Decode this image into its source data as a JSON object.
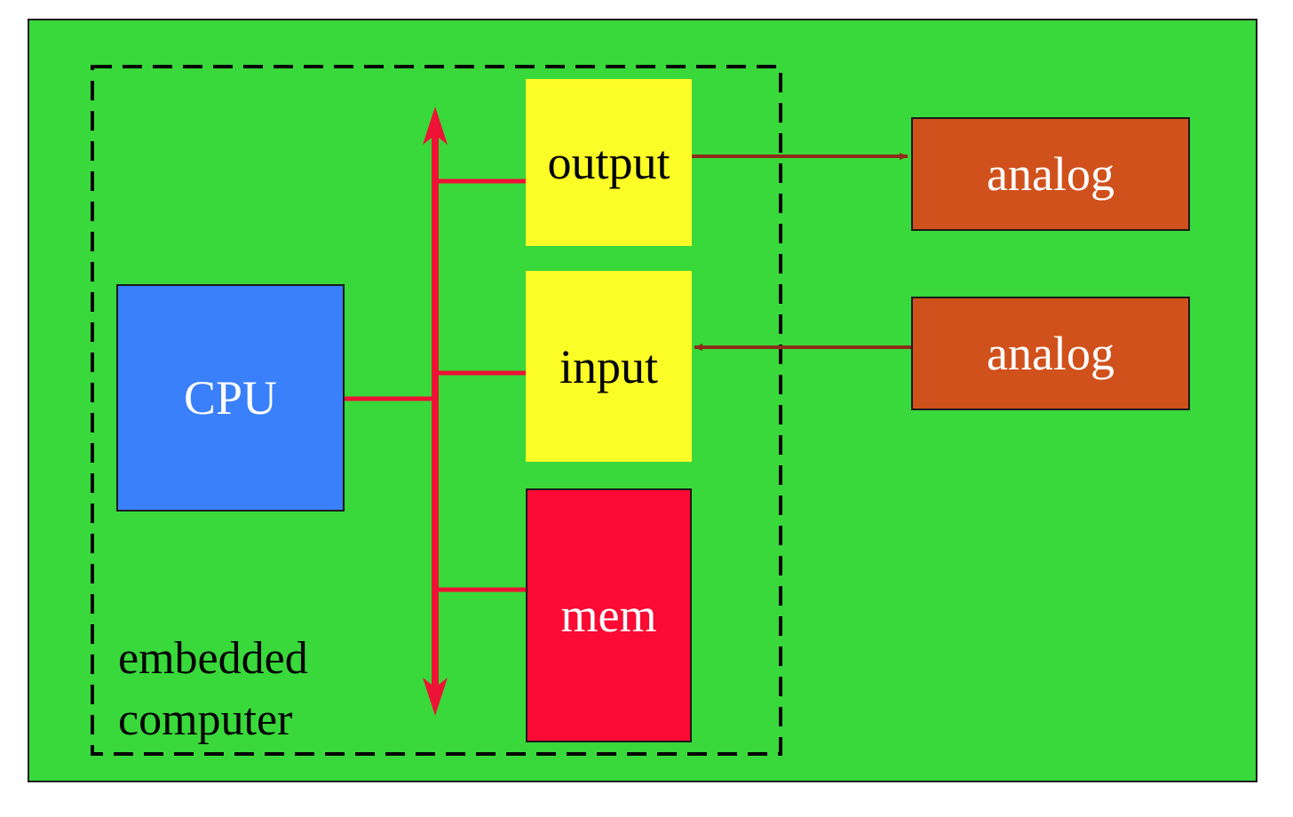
{
  "colors": {
    "background": "#39d83b",
    "cpu": "#3a80fb",
    "io_block": "#fcfc26",
    "memory": "#fb0a33",
    "analog": "#d1511c",
    "bus": "#ee1235",
    "analog_link": "#8e2c18",
    "boundary": "#000000",
    "light_text": "#ffffff",
    "dark_text": "#000000"
  },
  "boundary": {
    "label_line1": "embedded",
    "label_line2": "computer"
  },
  "blocks": {
    "cpu": "CPU",
    "output": "output",
    "input": "input",
    "mem": "mem",
    "analog_out": "analog",
    "analog_in": "analog"
  }
}
